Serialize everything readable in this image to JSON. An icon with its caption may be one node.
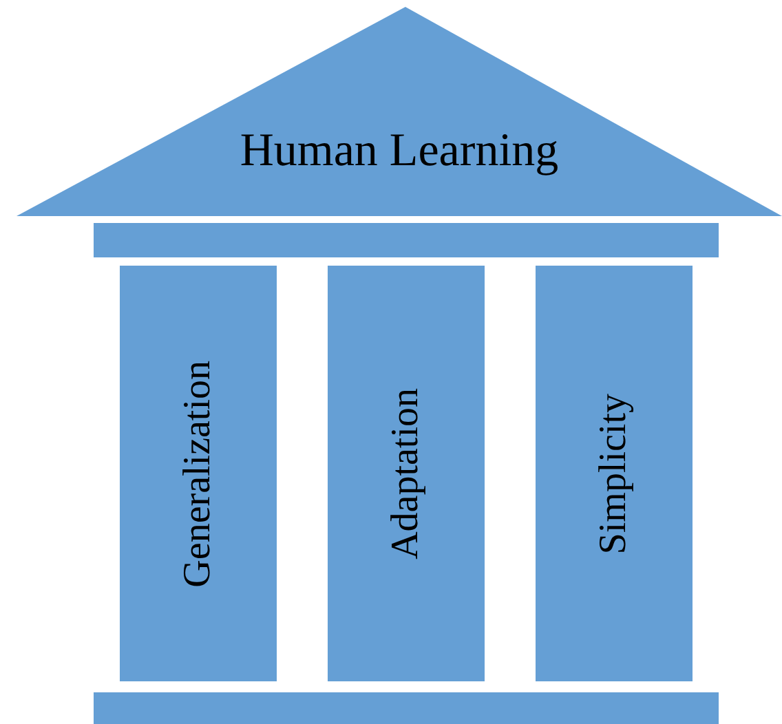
{
  "diagram": {
    "nodes": [
      {
        "text": [
          "Human Learning"
        ]
      },
      {
        "text": [],
        "shape": "bar"
      },
      {
        "text": [
          "Generalization"
        ]
      },
      {
        "text": [
          "Adaptation"
        ]
      },
      {
        "text": [
          "Simplicity"
        ]
      },
      {
        "text": [],
        "shape": "bar"
      }
    ]
  }
}
